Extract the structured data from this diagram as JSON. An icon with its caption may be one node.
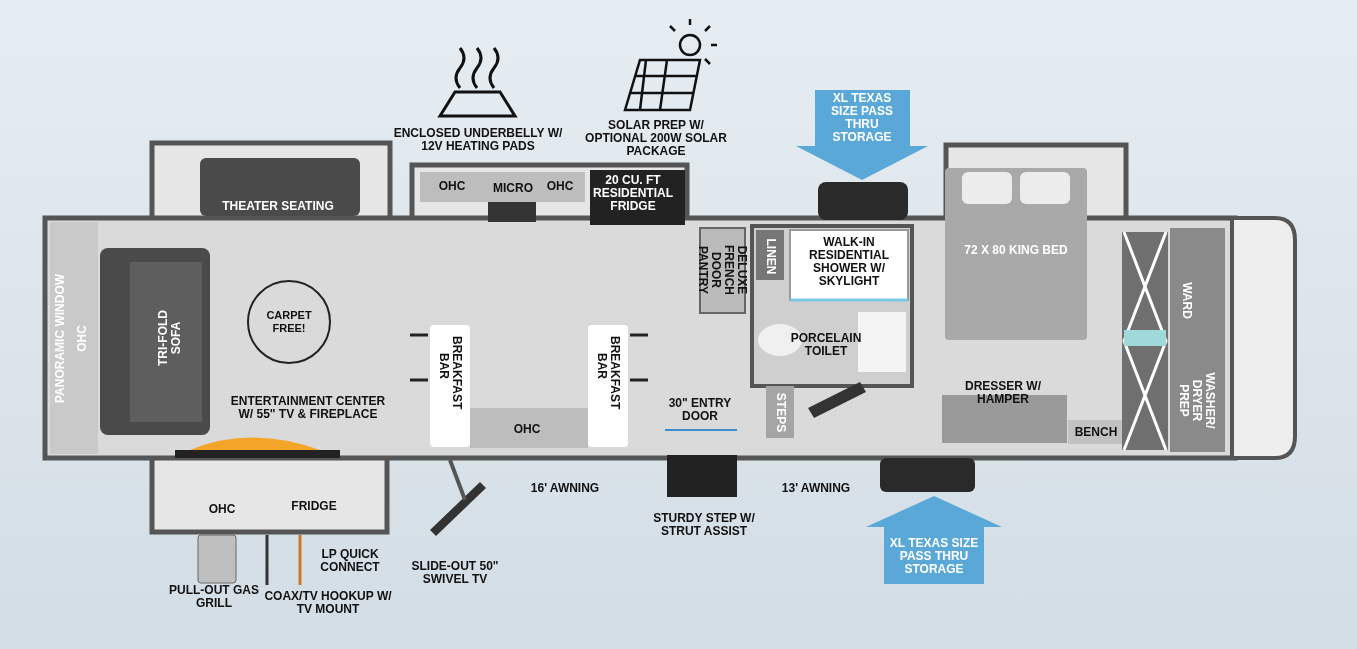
{
  "diagram": {
    "labels": [
      "ENCLOSED UNDERBELLY W/ 12V HEATING PADS",
      "SOLAR PREP W/ OPTIONAL 200W SOLAR PACKAGE",
      "XL TEXAS SIZE PASS THRU STORAGE",
      "THEATER SEATING",
      "OHC",
      "MICRO",
      "OHC",
      "20 CU. FT RESIDENTIAL FRIDGE",
      "DELUXE FRENCH DOOR PANTRY",
      "LINEN",
      "WALK-IN RESIDENTIAL SHOWER W/ SKYLIGHT",
      "72 X 80 KING BED",
      "PANORAMIC WINDOW",
      "OHC",
      "TRI-FOLD SOFA",
      "CARPET FREE!",
      "BREAKFAST BAR",
      "BREAKFAST BAR",
      "PORCELAIN TOILET",
      "WARD",
      "WASHER/ DRYER PREP",
      "ENTERTAINMENT CENTER W/ 55\" TV & FIREPLACE",
      "OHC",
      "30\" ENTRY DOOR",
      "STEPS",
      "DRESSER W/ HAMPER",
      "BENCH",
      "OHC",
      "FRIDGE",
      "16' AWNING",
      "13' AWNING",
      "SLIDE-OUT 50\" SWIVEL TV",
      "STURDY STEP W/ STRUT ASSIST",
      "XL TEXAS SIZE PASS THRU STORAGE",
      "LP QUICK CONNECT",
      "PULL-OUT GAS GRILL",
      "COAX/TV HOOKUP W/ TV MOUNT"
    ]
  }
}
